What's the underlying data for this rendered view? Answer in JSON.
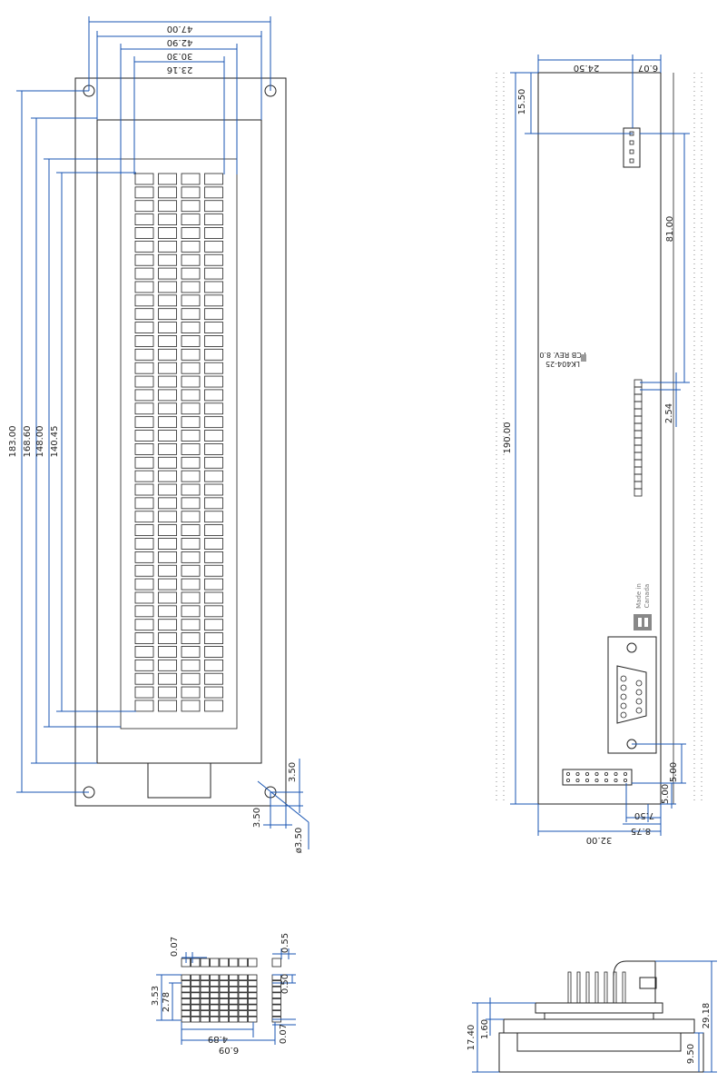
{
  "front_view": {
    "dims_top": [
      "47.00",
      "42.90",
      "30.30",
      "23.16"
    ],
    "dims_left": [
      "183.00",
      "168.60",
      "148.00",
      "140.45"
    ],
    "dims_right": [
      "3.50",
      "3.50",
      "ø3.50"
    ],
    "char_grid": {
      "columns": 4,
      "rows": 40
    }
  },
  "back_view": {
    "dims_top": [
      "24.50",
      "6.07"
    ],
    "dims_right": [
      "81.00",
      "2.54",
      "5.00",
      "5.00"
    ],
    "dims_left": [
      "15.50",
      "190.00"
    ],
    "dims_bottom": [
      "7.50",
      "8.75",
      "32.00"
    ],
    "pcb_label": [
      "LK404-25",
      "PCB REV. 8.0"
    ],
    "made_in": [
      "Made in",
      "Canada"
    ]
  },
  "char_detail": {
    "dims_top": [
      "0.07",
      "0.55"
    ],
    "dims_left": [
      "3.53",
      "2.78"
    ],
    "dims_right": [
      "0.50",
      "0.07"
    ],
    "dims_bottom": [
      "4.89",
      "6.09"
    ]
  },
  "side_view": {
    "dims_left": [
      "1.60",
      "17.40"
    ],
    "dims_right": [
      "29.18",
      "9.50"
    ]
  }
}
